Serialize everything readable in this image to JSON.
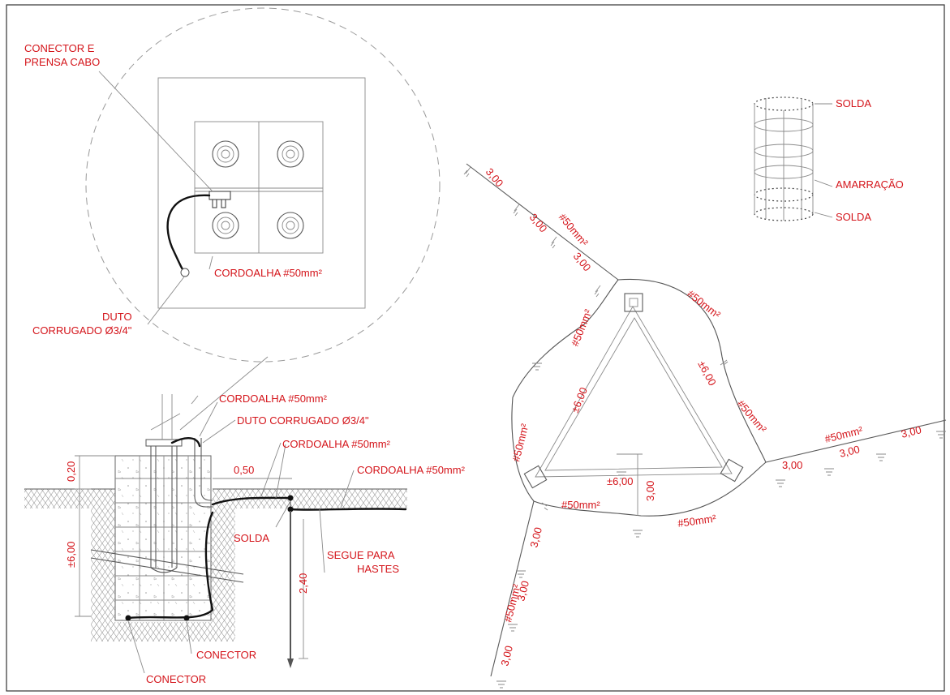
{
  "colors": {
    "annotation": "#d4141a",
    "linework": "#8a8a8a",
    "cable": "#111111"
  },
  "detail_plan": {
    "connector_label_1": "CONECTOR E",
    "connector_label_2": "PRENSA CABO",
    "cable_label": "CORDOALHA #50mm²",
    "duct_label_1": "DUTO",
    "duct_label_2": "CORRUGADO Ø3/4\""
  },
  "cage_detail": {
    "weld_top": "SOLDA",
    "tie": "AMARRAÇÃO",
    "weld_bottom": "SOLDA"
  },
  "section": {
    "cable_top": "CORDOALHA #50mm²",
    "duct": "DUTO CORRUGADO Ø3/4\"",
    "cable_mid": "CORDOALHA #50mm²",
    "cable_right": "CORDOALHA #50mm²",
    "dim_020": "0,20",
    "dim_050": "0,50",
    "dim_600": "±6,00",
    "dim_240": "2,40",
    "weld": "SOLDA",
    "follow_1": "SEGUE PARA",
    "follow_2": "HASTES",
    "connector_1": "CONECTOR",
    "connector_2": "CONECTOR"
  },
  "plan": {
    "d300": "3,00",
    "cable": "#50mm²",
    "side": "±6,00"
  }
}
